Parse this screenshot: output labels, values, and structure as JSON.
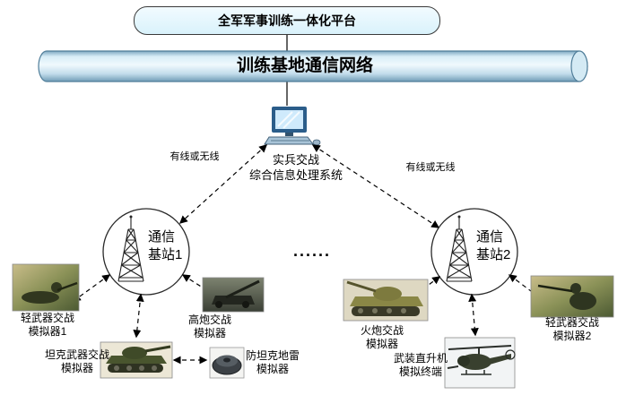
{
  "title_platform": "全军军事训练一体化平台",
  "network_bus": "训练基地通信网络",
  "processor": {
    "line1": "实兵交战",
    "line2": "综合信息处理系统"
  },
  "links": {
    "left_label": "有线或无线",
    "right_label": "有线或无线"
  },
  "stations": {
    "s1": {
      "line1": "通信",
      "line2": "基站1"
    },
    "s2": {
      "line1": "通信",
      "line2": "基站2"
    }
  },
  "ellipsis": "......",
  "simulators": {
    "light1": {
      "line1": "轻武器交战",
      "line2": "模拟器1"
    },
    "tank": {
      "line1": "坦克武器交战",
      "line2": "模拟器"
    },
    "aa_gun": {
      "line1": "高炮交战",
      "line2": "模拟器"
    },
    "mine": {
      "line1": "防坦克地雷",
      "line2": "模拟器"
    },
    "artillery": {
      "line1": "火炮交战",
      "line2": "模拟器"
    },
    "helicopter": {
      "line1": "武装直升机",
      "line2": "模拟终端"
    },
    "light2": {
      "line1": "轻武器交战",
      "line2": "模拟器2"
    }
  },
  "colors": {
    "platform_box_fill": "#ddf2fb",
    "pipe_light": "#f0f9fd",
    "pipe_dark": "#6f9cb6",
    "line": "#000000",
    "circle_fill": "#ffffff"
  }
}
